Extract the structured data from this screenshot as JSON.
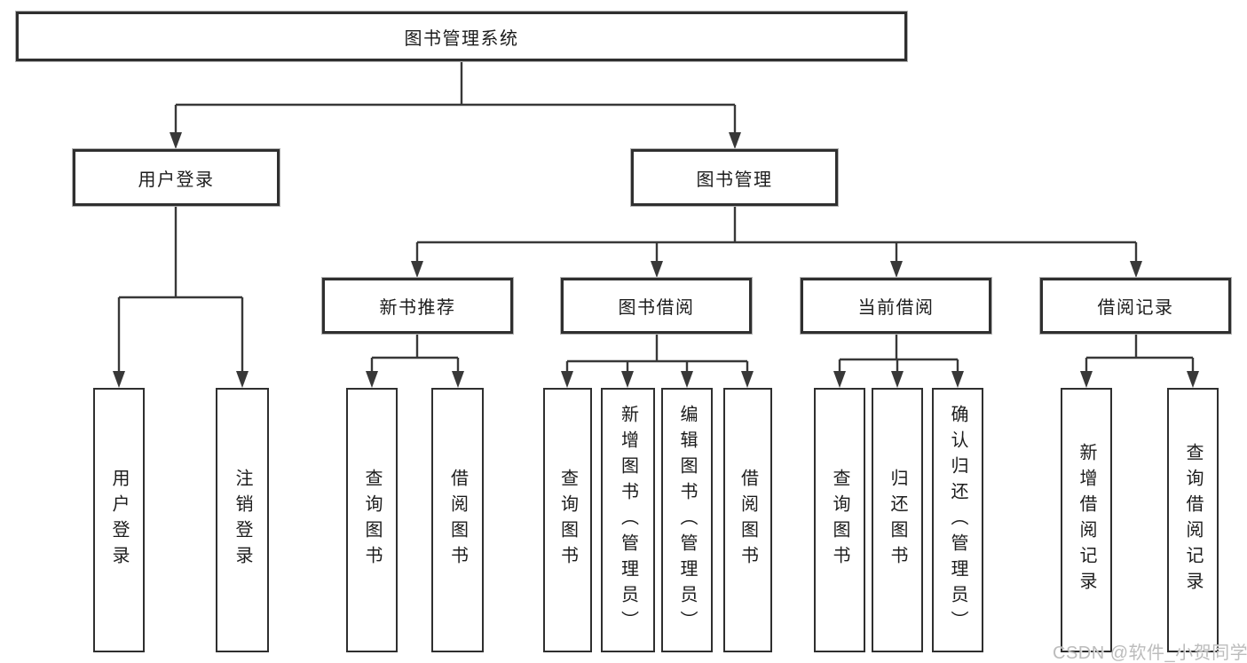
{
  "tree": {
    "label": "图书管理系统",
    "children": [
      {
        "label": "用户登录",
        "children": [
          {
            "label": "用户登录"
          },
          {
            "label": "注销登录"
          }
        ]
      },
      {
        "label": "图书管理",
        "children": [
          {
            "label": "新书推荐",
            "children": [
              {
                "label": "查询图书"
              },
              {
                "label": "借阅图书"
              }
            ]
          },
          {
            "label": "图书借阅",
            "children": [
              {
                "label": "查询图书"
              },
              {
                "label": "新增图书（管理员）"
              },
              {
                "label": "编辑图书（管理员）"
              },
              {
                "label": "借阅图书"
              }
            ]
          },
          {
            "label": "当前借阅",
            "children": [
              {
                "label": "查询图书"
              },
              {
                "label": "归还图书"
              },
              {
                "label": "确认归还（管理员）"
              }
            ]
          },
          {
            "label": "借阅记录",
            "children": [
              {
                "label": "新增借阅记录"
              },
              {
                "label": "查询借阅记录"
              }
            ]
          }
        ]
      }
    ]
  },
  "watermark": {
    "text": "CSDN @软件_小贺同学"
  },
  "colors": {
    "line": "#383838",
    "box_border": "#2f2f2f",
    "text": "#1c1c1c",
    "watermark": "#bcbcbc",
    "background": "#ffffff"
  }
}
